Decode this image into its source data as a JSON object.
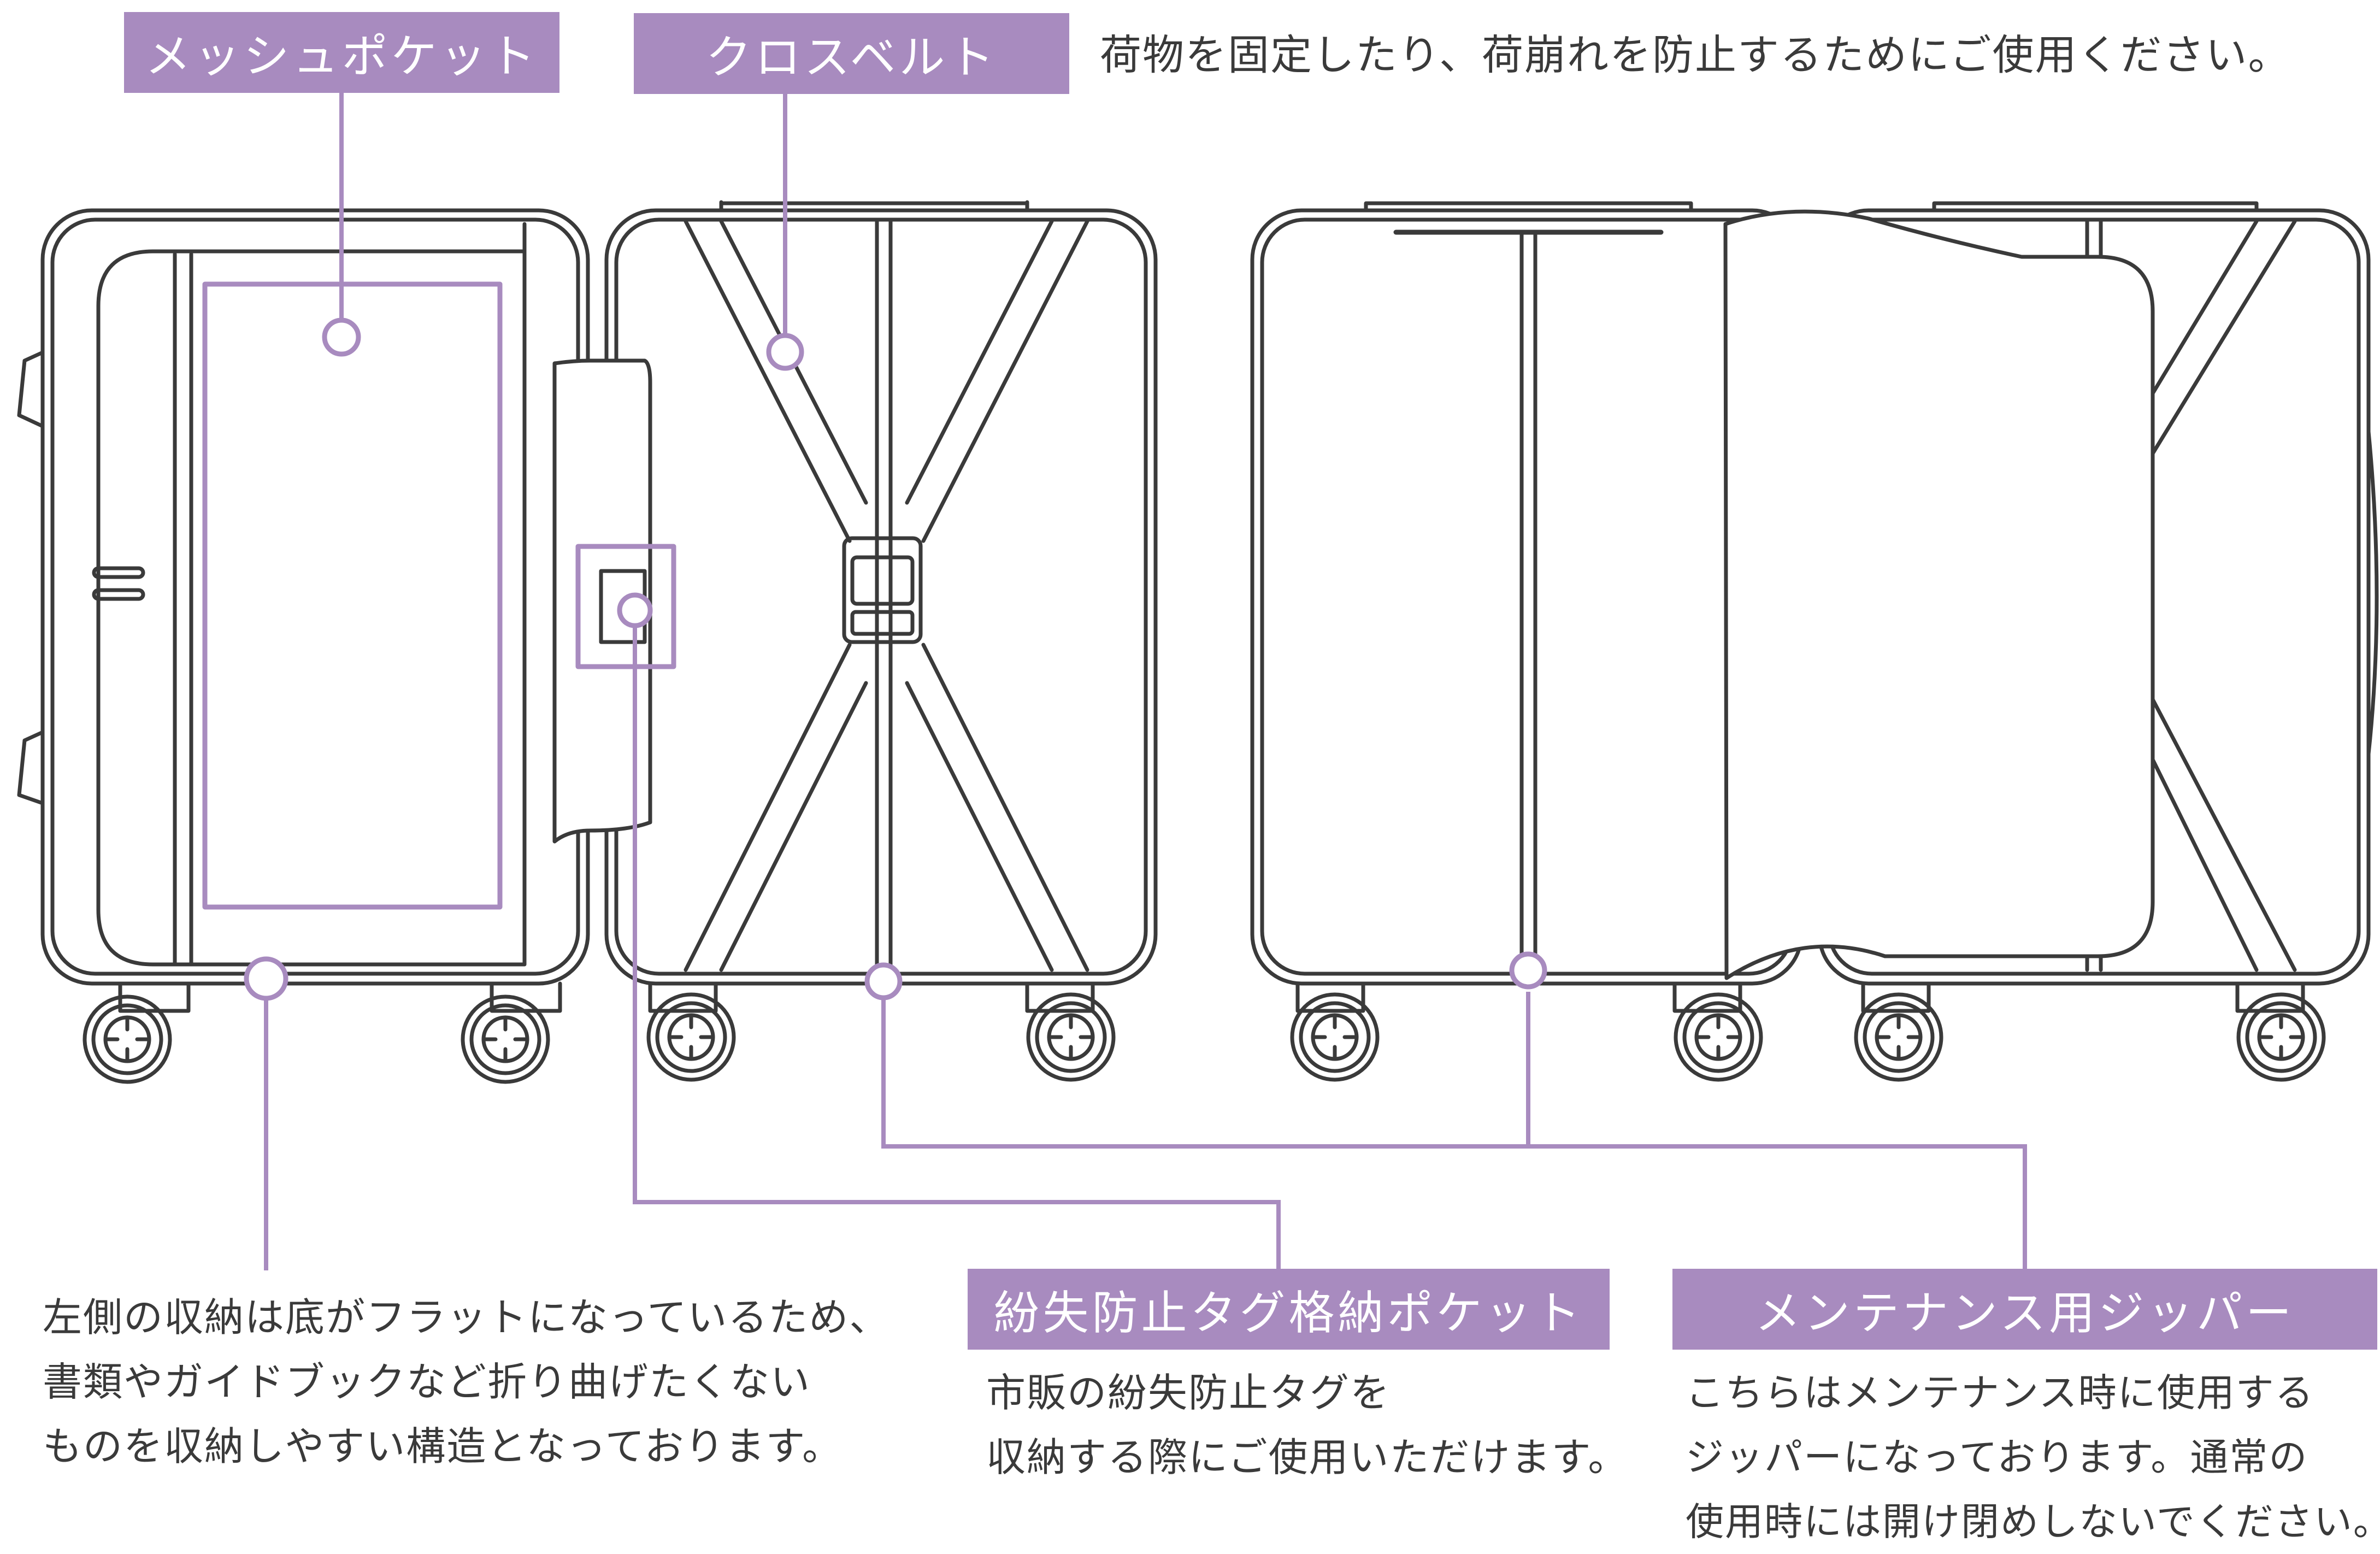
{
  "colors": {
    "accent": "#a88bbf",
    "line": "#3a3a3a",
    "background": "#ffffff"
  },
  "labels": {
    "mesh_pocket": "メッシュポケット",
    "cross_belt": "クロスベルト",
    "tag_pocket": "紛失防止タグ格納ポケット",
    "zipper": "メンテナンス用ジッパー"
  },
  "notes": {
    "cross_belt": "荷物を固定したり、荷崩れを防止するためにご使用ください。",
    "left_storage": [
      "左側の収納は底がフラットになっているため、",
      "書類やガイドブックなど折り曲げたくない",
      "ものを収納しやすい構造となっております。"
    ],
    "tag_pocket": [
      "市販の紛失防止タグを",
      "収納する際にご使用いただけます。"
    ],
    "zipper": [
      "こちらはメンテナンス時に使用する",
      "ジッパーになっております。通常の",
      "使用時には開け閉めしないでください。"
    ]
  }
}
